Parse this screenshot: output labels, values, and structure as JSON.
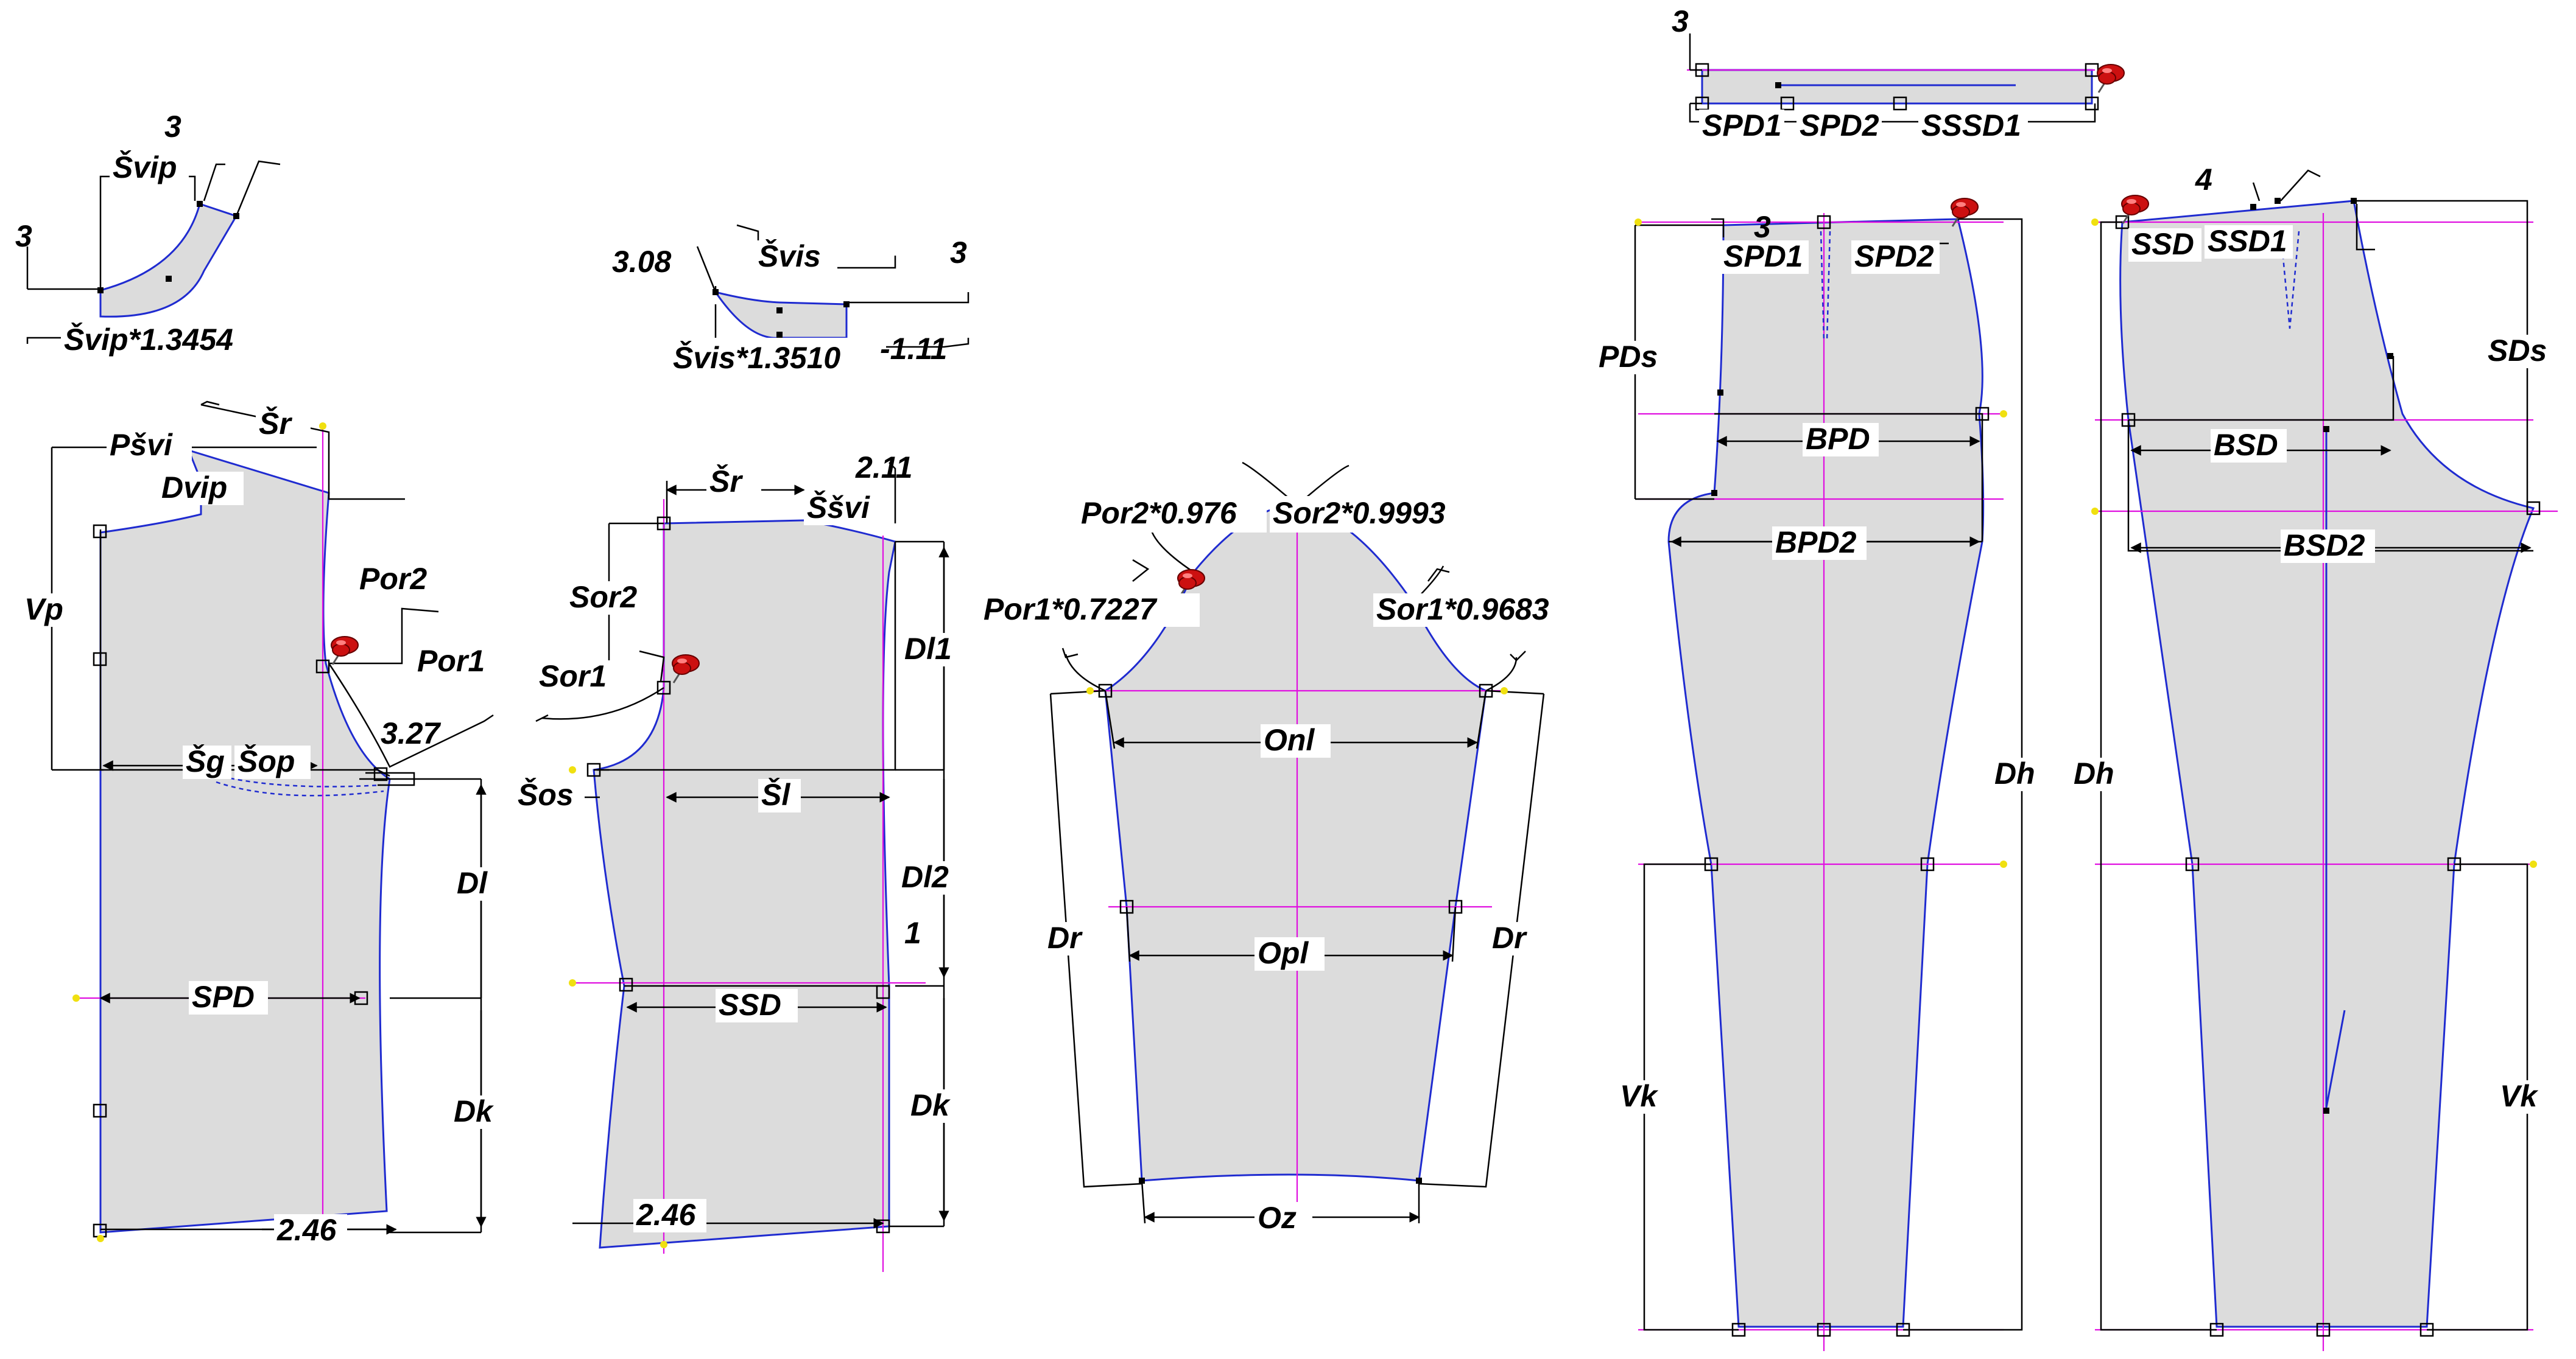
{
  "labels": {
    "small_piece1": {
      "top_num": "3",
      "left_num": "3",
      "svip": "Švip",
      "svip_scaled": "Švip*1.3454"
    },
    "small_piece2": {
      "val_308": "3.08",
      "svis": "Švis",
      "right_num": "3",
      "svis_scaled": "Švis*1.3510",
      "val_11": "-1.11"
    },
    "front": {
      "psvi": "Pšvi",
      "sr": "Šr",
      "dvip": "Dvip",
      "vp": "Vp",
      "por2": "Por2",
      "por1": "Por1",
      "val_327": "3.27",
      "sg": "Šg",
      "sop": "Šop",
      "dl": "Dl",
      "spd": "SPD",
      "dk": "Dk",
      "val_246": "2.46"
    },
    "back": {
      "sr": "Šr",
      "val_211": "2.11",
      "ssvi": "Ššvi",
      "sor2": "Sor2",
      "sor1": "Sor1",
      "dl1": "Dl1",
      "sos": "Šos",
      "sl": "Šl",
      "dl2": "Dl2",
      "val_1": "1",
      "ssd": "SSD",
      "dk": "Dk",
      "val_246": "2.46"
    },
    "sleeve": {
      "por2": "Por2*0.976",
      "sor2": "Sor2*0.9993",
      "por1": "Por1*0.7227",
      "sor1": "Sor1*0.9683",
      "onl": "Onl",
      "dr_left": "Dr",
      "dr_right": "Dr",
      "opl": "Opl",
      "oz": "Oz"
    },
    "waistband": {
      "num3": "3",
      "spd1": "SPD1",
      "spd2": "SPD2",
      "sssd1": "SSSD1"
    },
    "pant_front": {
      "num3": "3",
      "spd1": "SPD1",
      "spd2": "SPD2",
      "pds": "PDs",
      "bpd": "BPD",
      "bpd2": "BPD2",
      "dh": "Dh",
      "vk": "Vk"
    },
    "pant_back": {
      "num4": "4",
      "ssd": "SSD",
      "ssd1": "SSD1",
      "sds": "SDs",
      "bsd": "BSD",
      "bsd2": "BSD2",
      "dh": "Dh",
      "vk": "Vk"
    }
  },
  "colors": {
    "fill": "#dcdcdc",
    "outline": "#1f2bd0",
    "guide": "#e010e0",
    "dimension": "#000000",
    "pin": "#cc1010",
    "marker": "#f0e010"
  },
  "icons": [
    "push-pin-icon",
    "grid-point-marker-icon"
  ]
}
